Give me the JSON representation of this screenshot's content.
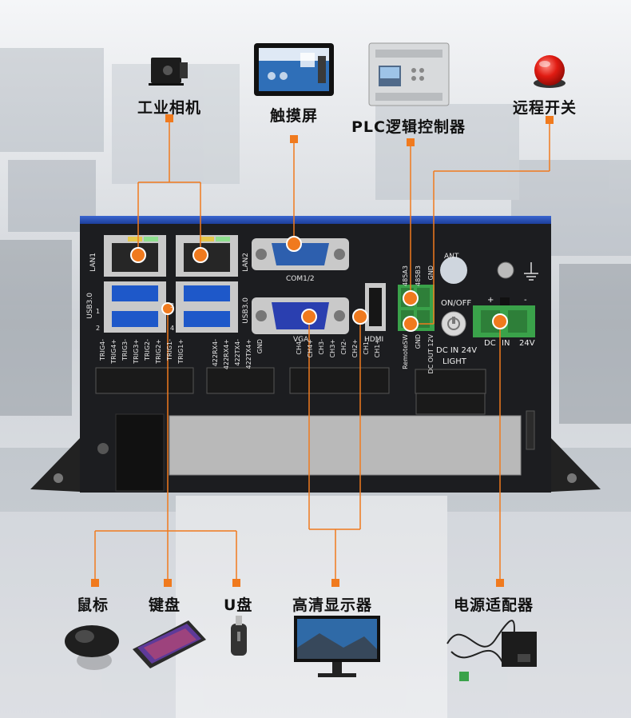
{
  "top_devices": {
    "camera": "工业相机",
    "touchscreen": "触摸屏",
    "plc": "PLC逻辑控制器",
    "remote_switch": "远程开关"
  },
  "bottom_devices": {
    "mouse": "鼠标",
    "keyboard": "键盘",
    "usb_drive": "U盘",
    "monitor": "高清显示器",
    "power_adapter": "电源适配器"
  },
  "panel": {
    "lan1": "LAN1",
    "lan2": "LAN2",
    "usb30_left": "USB3.0",
    "usb30_mid": "USB3.0",
    "com": "COM1/2",
    "vga": "VGA",
    "hdmi": "HDMI",
    "ant": "ANT",
    "onoff": "ON/OFF",
    "dc_in_24v": "DC IN 24V",
    "light": "LIGHT",
    "dc": "DC",
    "in": "IN",
    "v24": "24V",
    "plus": "+",
    "minus": "-",
    "usb_num_1": "1",
    "usb_num_2": "2",
    "usb_num_3": "3",
    "usb_num_4": "4",
    "trig": [
      "TRIG4-",
      "TRIG4+",
      "TRIG3-",
      "TRIG3+",
      "TRIG2-",
      "TRIG2+",
      "TRIG1-",
      "TRIG1+"
    ],
    "rs422": [
      "422RX4-",
      "422RX4+",
      "422TX4-",
      "422TX4+",
      "GND"
    ],
    "ch": [
      "CH4-",
      "CH4+",
      "CH3-",
      "CH3+",
      "CH2-",
      "CH2+",
      "CH1-",
      "CH1+"
    ],
    "terminal_top": [
      "485A3",
      "485B3",
      "GND"
    ],
    "terminal_bottom": [
      "RemoteSW",
      "GND",
      "DC OUT 12V"
    ]
  },
  "colors": {
    "accent": "#f07a1e",
    "chassis": "#1c1d20",
    "chassis_top": "#2c4fa8",
    "terminal": "#3aa24a"
  }
}
